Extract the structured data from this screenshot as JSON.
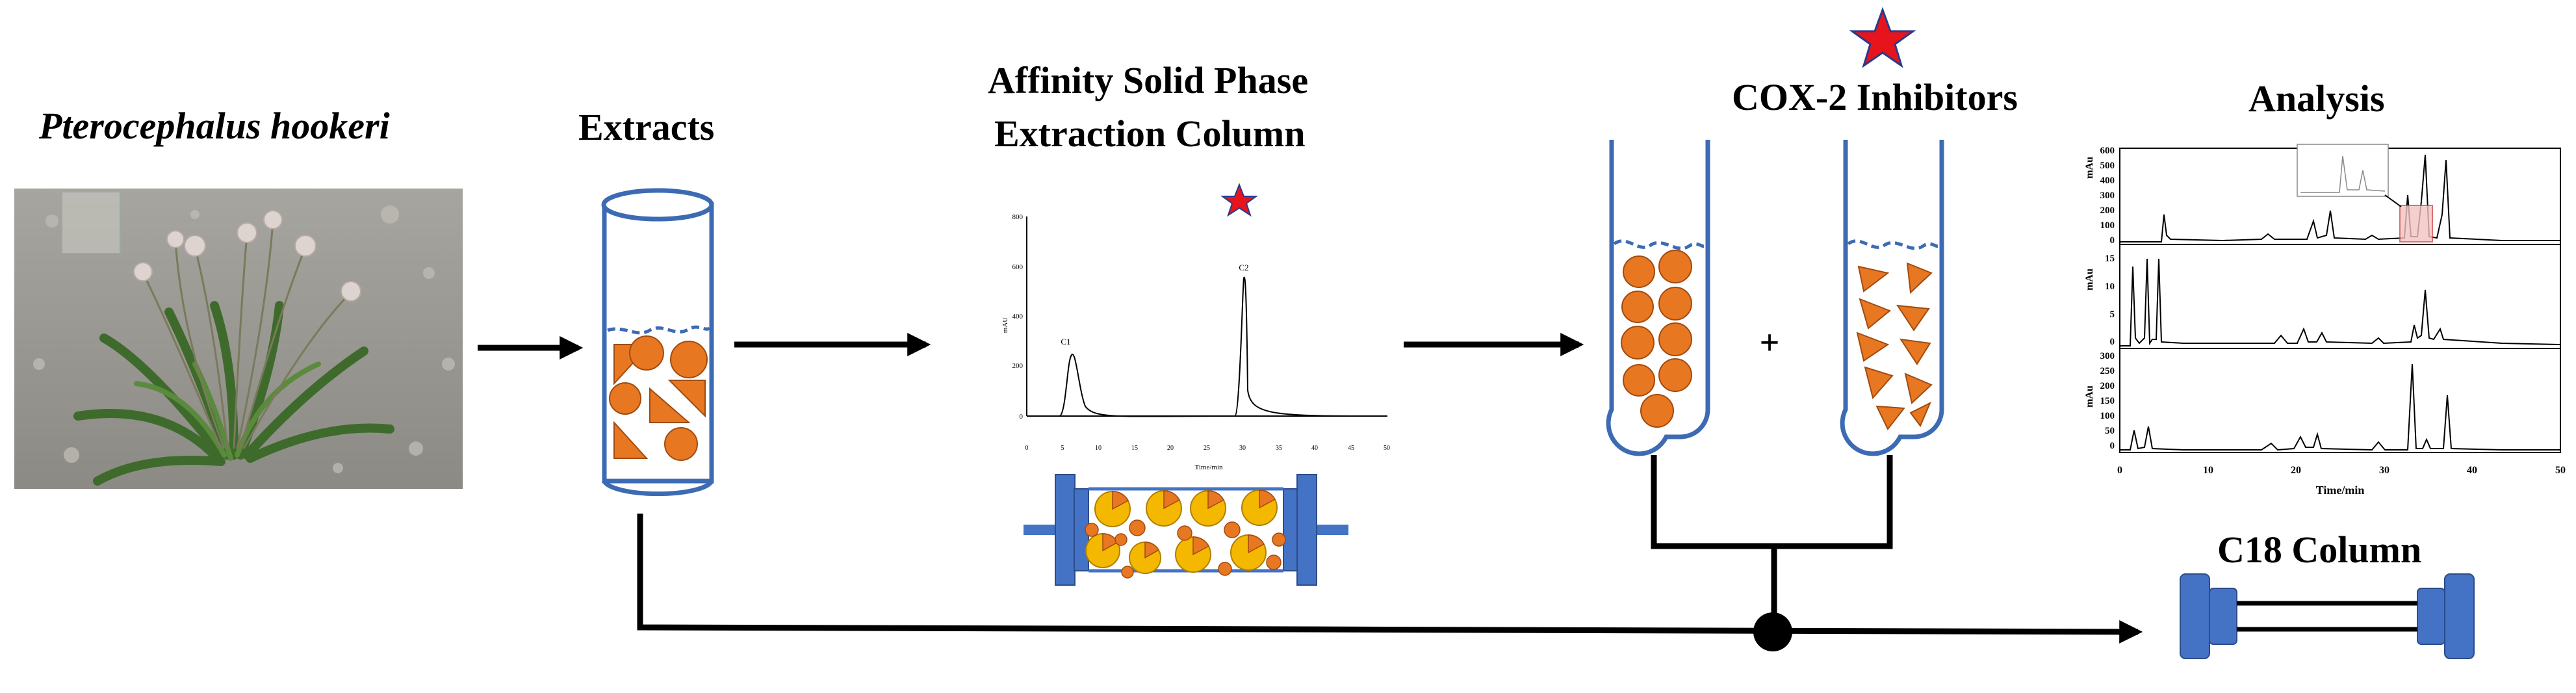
{
  "labels": {
    "plant": "Pterocephalus hookeri",
    "extracts": "Extracts",
    "asp_line1": "Affinity Solid Phase",
    "asp_line2": "Extraction Column",
    "cox": "COX-2 Inhibitors",
    "analysis": "Analysis",
    "c18": "C18 Column",
    "plus": "+"
  },
  "asp_chromatogram": {
    "ylabel": "mAU",
    "xlabel": "Time/min",
    "peak1": "C1",
    "peak2": "C2",
    "yticks": [
      "800",
      "600",
      "400",
      "200",
      "0"
    ],
    "xticks": [
      "0",
      "5",
      "10",
      "15",
      "20",
      "25",
      "30",
      "35",
      "40",
      "45",
      "50"
    ]
  },
  "analysis_chart": {
    "ylabel": "mAu",
    "xlabel": "Time/min",
    "xticks": [
      "0",
      "10",
      "20",
      "30",
      "40",
      "50"
    ],
    "panel1_yticks": [
      "600",
      "500",
      "400",
      "300",
      "200",
      "100",
      "0"
    ],
    "panel2_yticks": [
      "15",
      "10",
      "5",
      "0"
    ],
    "panel3_yticks": [
      "300",
      "250",
      "200",
      "150",
      "100",
      "50",
      "0"
    ]
  },
  "colors": {
    "tube_outline": "#3d6bb3",
    "particle_orange": "#e87722",
    "bead_yellow": "#f5b800",
    "column_blue": "#4472c4",
    "star_red": "#e8141b",
    "star_outline": "#2a3a8c"
  }
}
